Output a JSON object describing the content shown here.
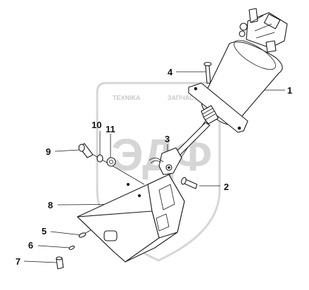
{
  "watermark": {
    "top_left": "TEXNIKA",
    "top_right": "ЗАПЧАСТИ",
    "main": "ЭДФ"
  },
  "callouts": [
    "1",
    "2",
    "3",
    "4",
    "5",
    "6",
    "7",
    "8",
    "9",
    "10",
    "11"
  ],
  "colors": {
    "line": "#1a1a1a",
    "watermark": "#c9c9c9",
    "background": "#ffffff"
  }
}
